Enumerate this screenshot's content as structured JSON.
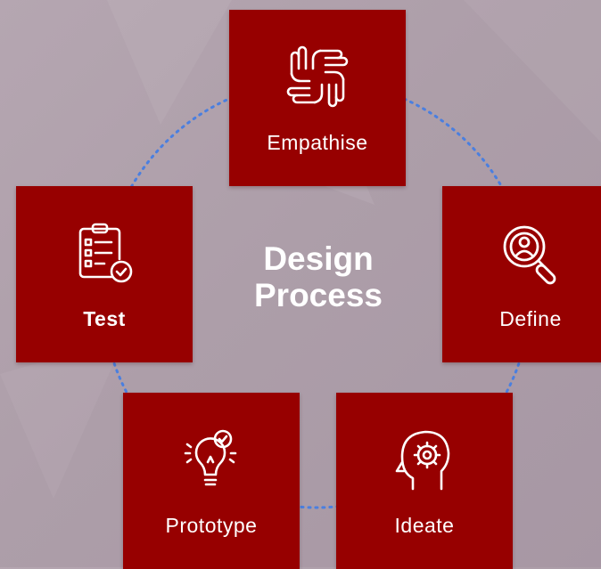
{
  "title_line1": "Design",
  "title_line2": "Process",
  "steps": [
    {
      "label": "Empathise",
      "icon": "handshake-hands-icon"
    },
    {
      "label": "Define",
      "icon": "magnifier-user-icon"
    },
    {
      "label": "Ideate",
      "icon": "head-gear-icon"
    },
    {
      "label": "Prototype",
      "icon": "lightbulb-check-icon"
    },
    {
      "label": "Test",
      "icon": "clipboard-check-icon"
    }
  ],
  "colors": {
    "card": "#970000",
    "ring_dots": "#4a7fe0",
    "background": "#b0a1ac",
    "text": "#ffffff"
  }
}
